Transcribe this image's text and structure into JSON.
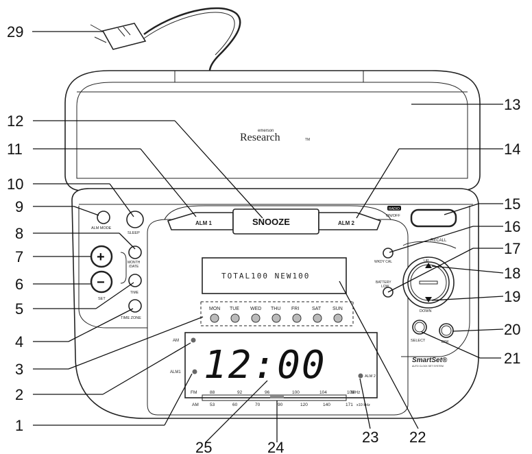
{
  "brand": {
    "small": "emerson",
    "name": "Research",
    "tm": "TM"
  },
  "buttons": {
    "snooze": "SNOOZE",
    "alm1": "ALM 1",
    "alm2": "ALM 2",
    "alm_mode": "ALM MODE",
    "sleep": "SLEEP",
    "radio": "RADIO",
    "onoff": "ON/OFF",
    "month_date": "MONTH\n/DATE",
    "time": "TIME",
    "set": "SET",
    "time_zone": "TIME ZONE",
    "wkdy_cal": "WKDY CAL",
    "battery_low": "BATTERY\nLOW",
    "recall": "RECALL",
    "up": "UP",
    "down": "DOWN",
    "select": "SELECT",
    "dim": "DIM",
    "plus": "+",
    "minus": "−"
  },
  "display": {
    "text_line": "TOTAL100 NEW100",
    "time": "12:00",
    "am": "AM",
    "alm1": "ALM1",
    "alm2": "ALM 2"
  },
  "days": [
    "MON",
    "TUE",
    "WED",
    "THU",
    "FRI",
    "SAT",
    "SUN"
  ],
  "fm_scale": {
    "label": "FM",
    "ticks": [
      "88",
      "92",
      "96",
      "100",
      "104",
      "108"
    ],
    "unit": "MHz"
  },
  "am_scale": {
    "label": "AM",
    "ticks": [
      "53",
      "60",
      "70",
      "90",
      "120",
      "140",
      "171"
    ],
    "unit": "x10 kHz"
  },
  "smartset": {
    "name": "SmartSet®",
    "tagline": "AUTO CLOCK SET SYSTEM"
  },
  "callouts": [
    "29",
    "12",
    "11",
    "10",
    "9",
    "8",
    "7",
    "6",
    "5",
    "4",
    "3",
    "2",
    "1",
    "25",
    "24",
    "23",
    "22",
    "21",
    "20",
    "19",
    "18",
    "17",
    "16",
    "15",
    "14",
    "13"
  ]
}
